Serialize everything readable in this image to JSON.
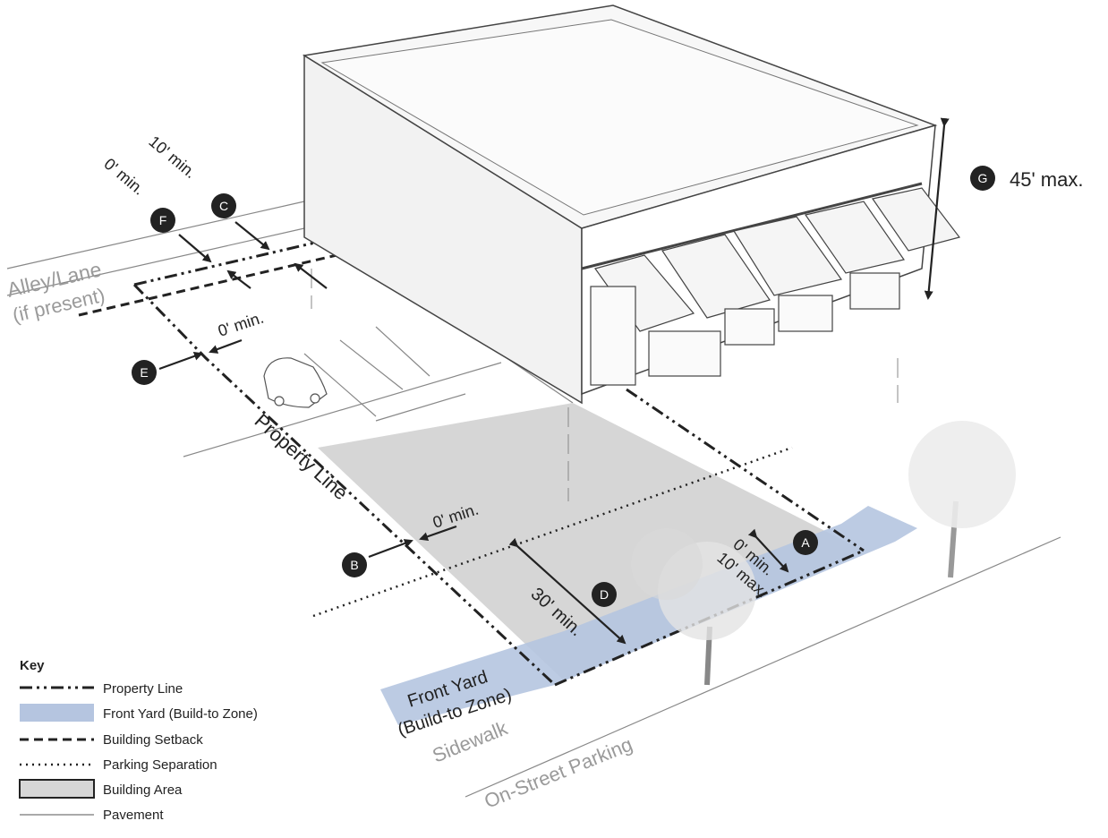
{
  "labels": {
    "alley": "Alley/Lane",
    "alley_note": "(if present)",
    "property_line": "Property Line",
    "front_yard_line1": "Front Yard",
    "front_yard_line2": "(Build-to Zone)",
    "sidewalk": "Sidewalk",
    "on_street_parking": "On-Street Parking"
  },
  "dimensions": {
    "A": {
      "letter": "A",
      "text1": "0' min.",
      "text2": "10' max."
    },
    "B": {
      "letter": "B",
      "text": "0' min."
    },
    "C": {
      "letter": "C",
      "text": "10' min."
    },
    "D": {
      "letter": "D",
      "text": "30' min."
    },
    "E": {
      "letter": "E",
      "text": "0' min."
    },
    "F": {
      "letter": "F",
      "text": "0' min."
    },
    "G": {
      "letter": "G",
      "text": "45' max."
    }
  },
  "key": {
    "title": "Key",
    "items": [
      {
        "label": "Property Line",
        "style": "dash-dot"
      },
      {
        "label": "Front Yard (Build-to Zone)",
        "style": "fill",
        "color": "#b5c5e0"
      },
      {
        "label": "Building Setback",
        "style": "dashed"
      },
      {
        "label": "Parking Separation",
        "style": "dotted"
      },
      {
        "label": "Building Area",
        "style": "box",
        "color": "#d6d6d6"
      },
      {
        "label": "Pavement",
        "style": "thin"
      }
    ]
  },
  "colors": {
    "front_yard": "#b5c5e0",
    "building_area": "#d6d6d6",
    "badge": "#222222"
  }
}
